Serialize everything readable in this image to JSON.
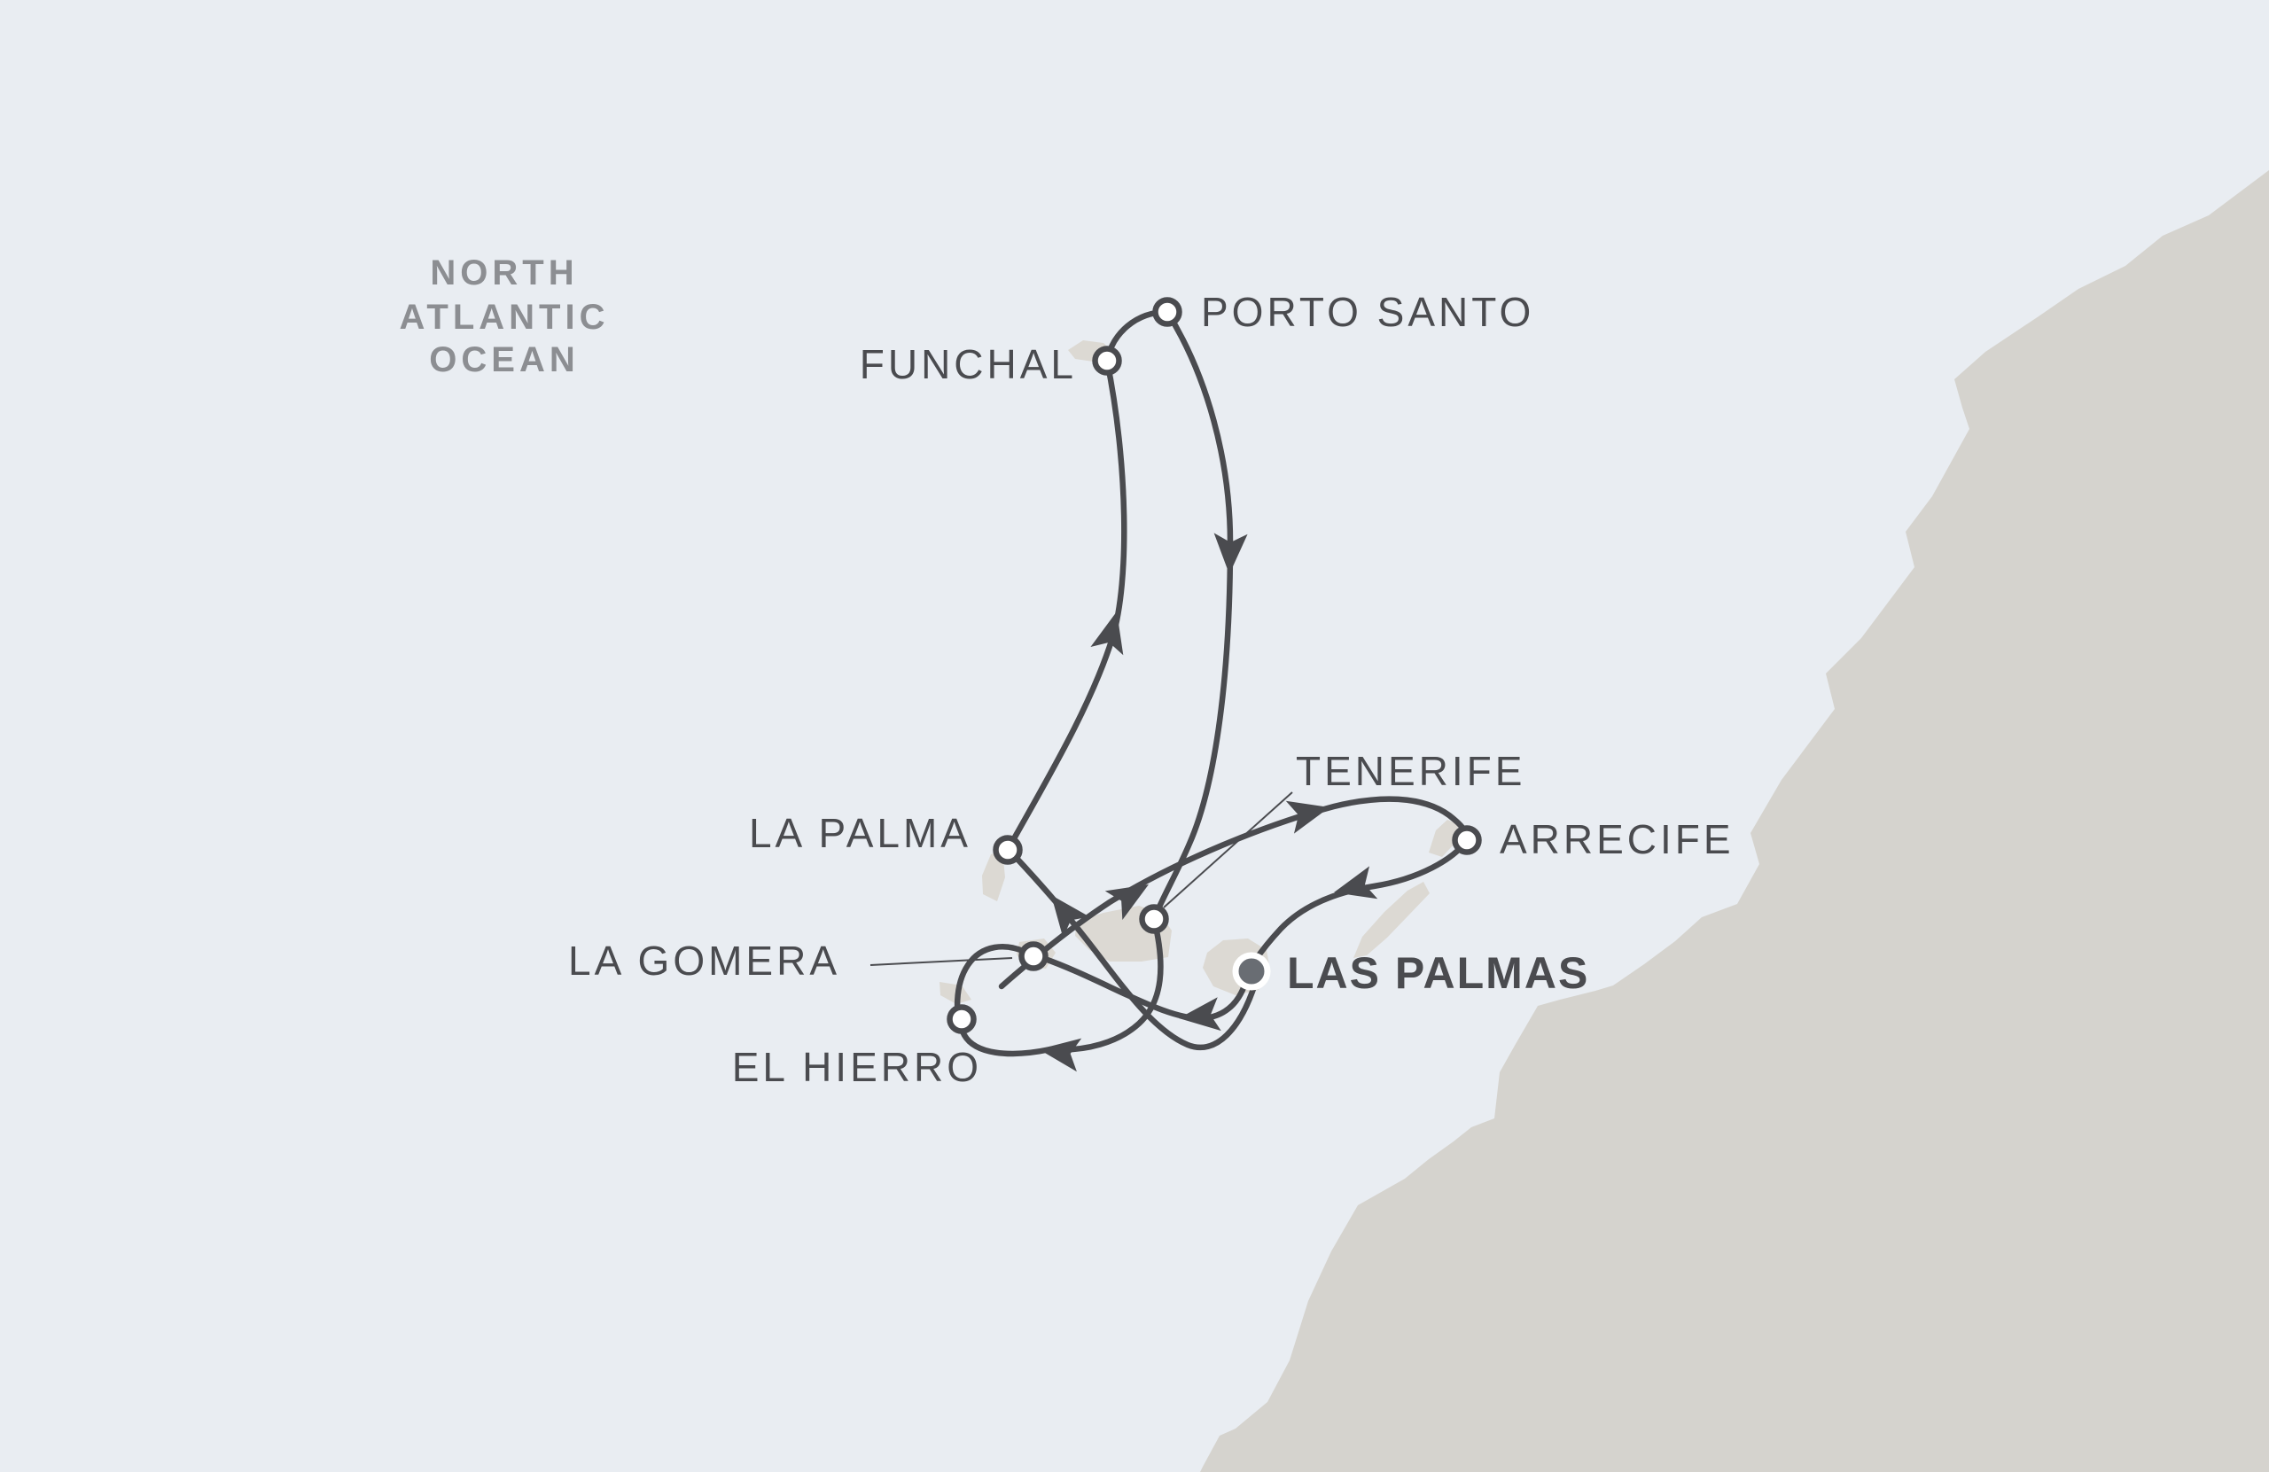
{
  "map": {
    "title": "Canary Islands and Madeira cruise itinerary map",
    "ocean_label": {
      "line1": "NORTH",
      "line2": "ATLANTIC",
      "line3": "OCEAN"
    },
    "ports": [
      {
        "id": "porto-santo",
        "label": "PORTO SANTO",
        "marker": "port-dot"
      },
      {
        "id": "funchal",
        "label": "FUNCHAL",
        "marker": "port-dot"
      },
      {
        "id": "la-palma",
        "label": "LA PALMA",
        "marker": "port-dot"
      },
      {
        "id": "la-gomera",
        "label": "LA GOMERA",
        "marker": "port-dot",
        "leader_line": true
      },
      {
        "id": "el-hierro",
        "label": "EL HIERRO",
        "marker": "port-dot"
      },
      {
        "id": "tenerife",
        "label": "TENERIFE",
        "marker": "port-dot",
        "leader_line": true
      },
      {
        "id": "arrecife",
        "label": "ARRECIFE",
        "marker": "port-dot"
      },
      {
        "id": "las-palmas",
        "label": "LAS PALMAS",
        "marker": "home-dot",
        "home_port": true
      }
    ],
    "route_segments": [
      {
        "from": "FUNCHAL",
        "to": "PORTO SANTO",
        "arrows": 0
      },
      {
        "from": "LA PALMA",
        "to": "FUNCHAL",
        "arrows": 1
      },
      {
        "from": "PORTO SANTO",
        "to": "TENERIFE",
        "arrows": 1
      },
      {
        "from": "TENERIFE",
        "to": "EL HIERRO",
        "arrows": 1
      },
      {
        "from": "EL HIERRO",
        "to": "LA GOMERA",
        "arrows": 0
      },
      {
        "from": "LA GOMERA",
        "to": "ARRECIFE",
        "arrows": 2
      },
      {
        "from": "ARRECIFE",
        "to": "LAS PALMAS",
        "arrows": 1
      },
      {
        "from": "LAS PALMAS",
        "to": "LA GOMERA",
        "arrows": 1
      },
      {
        "from": "LAS PALMAS",
        "to": "LA PALMA",
        "arrows": 1
      }
    ],
    "colors": {
      "ocean": "#e9edf2",
      "land": "#d5d3ce",
      "island": "#dcd9d3",
      "route": "#4a4b4f",
      "label": "#4a4b4f",
      "ocean_label": "#8c8e92",
      "home_dot_fill": "#696d73"
    }
  }
}
